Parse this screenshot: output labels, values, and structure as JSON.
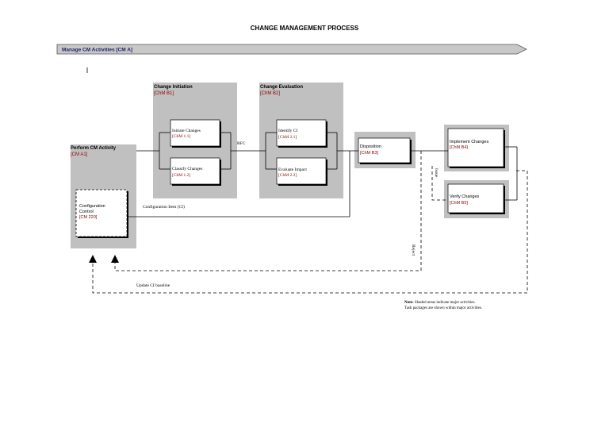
{
  "title": "CHANGE MANAGEMENT PROCESS",
  "banner": {
    "label": "Manage CM Activities [CM A]"
  },
  "colors": {
    "shade": "#c0c0c0",
    "code": "#8b0000",
    "banner_fill": "#c8c8c8",
    "banner_text": "#1f1f6b",
    "line": "#000000"
  },
  "groups": {
    "perform": {
      "title": "Perform CM Activity",
      "code": "[CM A1]"
    },
    "initiation": {
      "title": "Change Initiation",
      "code": "[ChM B1]"
    },
    "evaluation": {
      "title": "Change Evaluation",
      "code": "[ChM B2]"
    }
  },
  "boxes": {
    "initiate": {
      "title": "Initiate Changes",
      "code": "[ChM 1.1]"
    },
    "classify": {
      "title": "Classify Changes",
      "code": "[ChM 1.2]"
    },
    "identify": {
      "title": "Identify CI",
      "code": "[ChM 2.1]"
    },
    "evaluate": {
      "title": "Evaluate Impact",
      "code": "[ChM 2.2]"
    },
    "disposition": {
      "title": "Disposition",
      "code": "[ChM B3]"
    },
    "implement": {
      "title": "Implement Changes",
      "code": "[ChM B4]"
    },
    "verify": {
      "title": "Verify Changes",
      "code": "[ChM B5]"
    },
    "config": {
      "line1": "Configuration",
      "line2": "Control",
      "code": "[CM 220]"
    }
  },
  "labels": {
    "rfc": "RFC",
    "config_item": "Configuration Item (CI)",
    "issue": "Issue",
    "reject": "Reject",
    "update": "Update CI baseline"
  },
  "note": {
    "label": "Note:",
    "line1": "Shaded areas indicate major activities.",
    "line2": "Task packages are shown within major activities."
  }
}
